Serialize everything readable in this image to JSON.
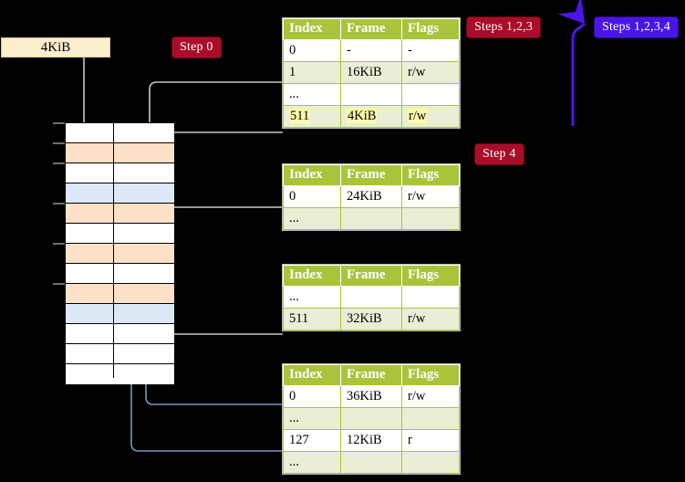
{
  "labels": {
    "kib_box": "4KiB",
    "step0": "Step 0",
    "steps123": "Steps 1,2,3",
    "steps1234": "Steps 1,2,3,4",
    "step4": "Step 4"
  },
  "colors": {
    "badge_red": "#a90d29",
    "badge_blue": "#4a16e8",
    "table_header": "#a9c43a",
    "table_tint": "#e9eed5",
    "highlight": "#fbfbad",
    "mem_orange": "#fde0c8",
    "mem_blue": "#dce8f7",
    "kib_box_bg": "#fdeecd",
    "wire_gray": "#bfbfbf",
    "wire_blue": "#7794c4"
  },
  "tables": [
    {
      "id": "pml4",
      "headers": [
        "Index",
        "Frame",
        "Flags"
      ],
      "rows": [
        {
          "style": "plain",
          "cells": [
            "0",
            "-",
            "-"
          ]
        },
        {
          "style": "tint",
          "cells": [
            "1",
            "16KiB",
            "r/w"
          ]
        },
        {
          "style": "plain",
          "cells": [
            "...",
            "",
            ""
          ]
        },
        {
          "style": "hl",
          "cells": [
            "511",
            "4KiB",
            "r/w"
          ]
        }
      ]
    },
    {
      "id": "pdpt",
      "headers": [
        "Index",
        "Frame",
        "Flags"
      ],
      "rows": [
        {
          "style": "plain",
          "cells": [
            "0",
            "24KiB",
            "r/w"
          ]
        },
        {
          "style": "tint",
          "cells": [
            "...",
            "",
            ""
          ]
        }
      ]
    },
    {
      "id": "pd",
      "headers": [
        "Index",
        "Frame",
        "Flags"
      ],
      "rows": [
        {
          "style": "plain",
          "cells": [
            "...",
            "",
            ""
          ]
        },
        {
          "style": "tint",
          "cells": [
            "511",
            "32KiB",
            "r/w"
          ]
        }
      ]
    },
    {
      "id": "pt",
      "headers": [
        "Index",
        "Frame",
        "Flags"
      ],
      "rows": [
        {
          "style": "plain",
          "cells": [
            "0",
            "36KiB",
            "r/w"
          ]
        },
        {
          "style": "tint",
          "cells": [
            "...",
            "",
            ""
          ]
        },
        {
          "style": "plain",
          "cells": [
            "127",
            "12KiB",
            "r"
          ]
        },
        {
          "style": "tint",
          "cells": [
            "...",
            "",
            ""
          ]
        }
      ]
    }
  ],
  "memory_column": {
    "rows": [
      {
        "fill": "white"
      },
      {
        "fill": "orange"
      },
      {
        "fill": "white"
      },
      {
        "fill": "blue"
      },
      {
        "fill": "orange"
      },
      {
        "fill": "white"
      },
      {
        "fill": "orange"
      },
      {
        "fill": "white"
      },
      {
        "fill": "orange"
      },
      {
        "fill": "blue"
      },
      {
        "fill": "white"
      },
      {
        "fill": "white"
      },
      {
        "fill": "white"
      }
    ],
    "tick_rows": [
      0,
      1,
      2,
      4,
      6,
      8
    ]
  }
}
